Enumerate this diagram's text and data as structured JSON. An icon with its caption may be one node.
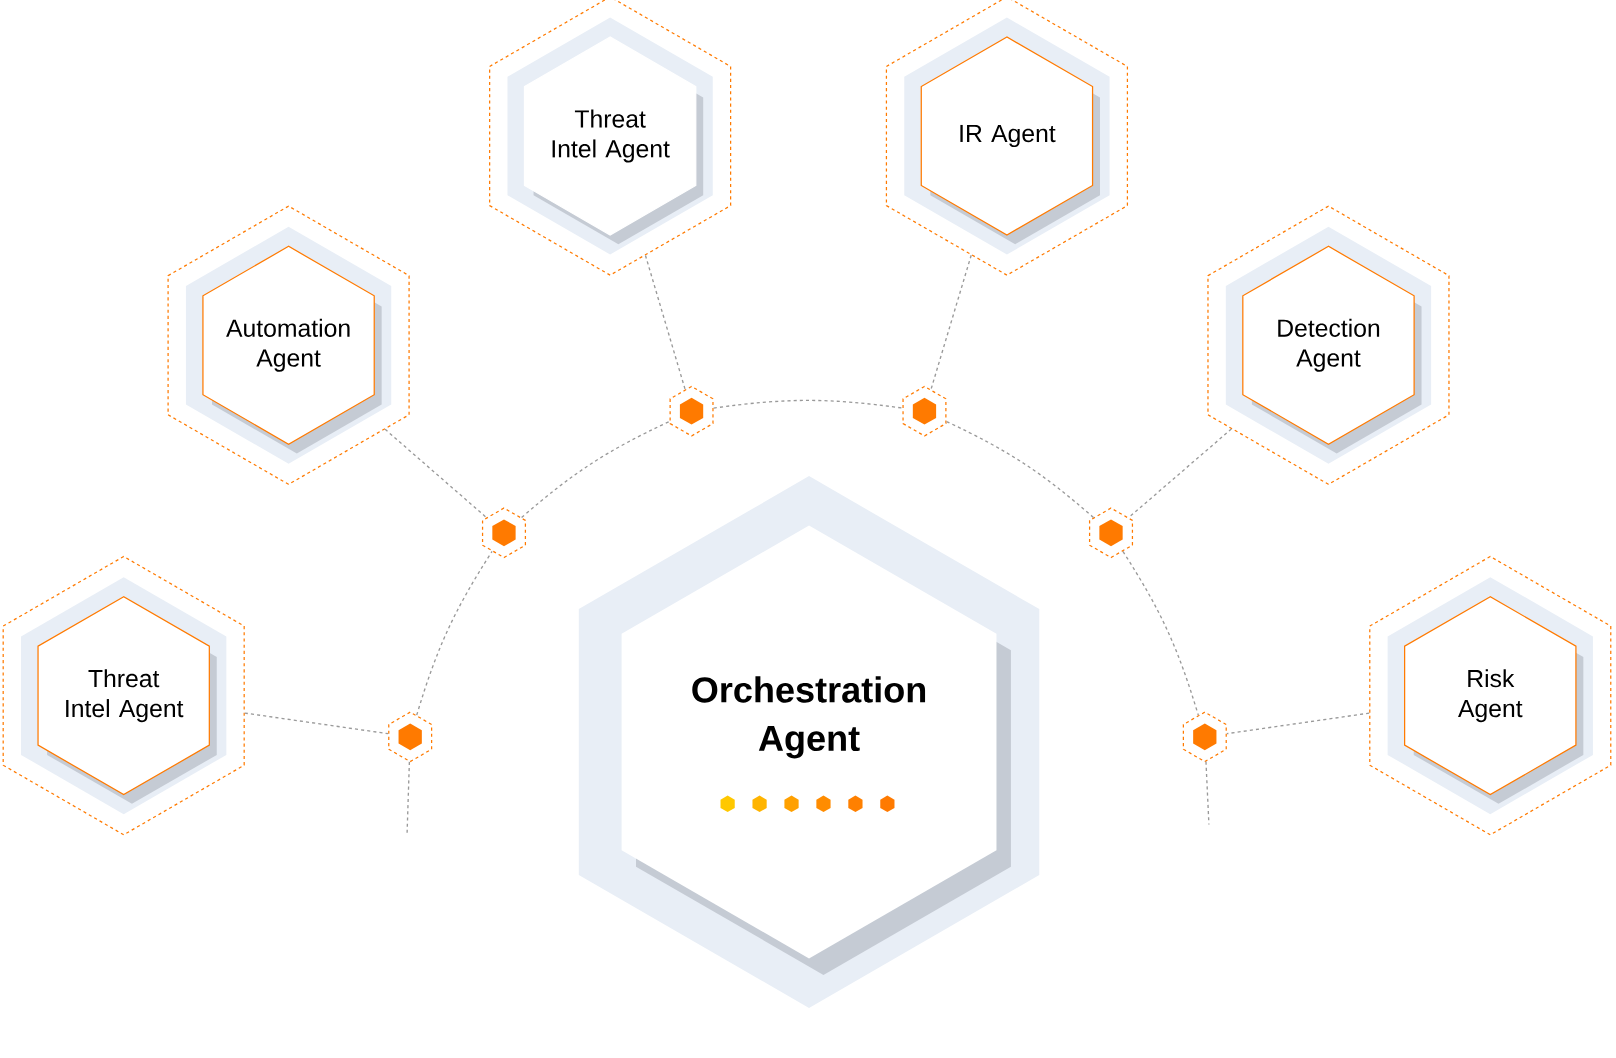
{
  "diagram": {
    "nodes": [
      {
        "text": [
          "Threat Intel Agent"
        ]
      },
      {
        "text": [
          "IR Agent"
        ]
      },
      {
        "text": [
          "Automation Agent"
        ]
      },
      {
        "text": [
          "Detection Agent"
        ]
      },
      {
        "text": [
          "Threat Intel Agent"
        ]
      },
      {
        "text": [
          "Risk Agent"
        ]
      },
      {
        "text": [
          "Orchestration Agent"
        ]
      },
      {
        "text": [],
        "shape": "hexagon"
      },
      {
        "text": [],
        "shape": "hexagon"
      },
      {
        "text": [],
        "shape": "hexagon"
      },
      {
        "text": [],
        "shape": "hexagon"
      },
      {
        "text": [],
        "shape": "hexagon"
      },
      {
        "text": [],
        "shape": "hexagon"
      }
    ],
    "edges": [
      {
        "from": 4,
        "to": 7,
        "arrow": "none",
        "style": "dashed"
      },
      {
        "from": 2,
        "to": 8,
        "arrow": "none",
        "style": "dashed"
      },
      {
        "from": 0,
        "to": 9,
        "arrow": "none",
        "style": "dashed"
      },
      {
        "from": 1,
        "to": 10,
        "arrow": "none",
        "style": "dashed"
      },
      {
        "from": 3,
        "to": 11,
        "arrow": "none",
        "style": "dashed"
      },
      {
        "from": 5,
        "to": 12,
        "arrow": "none",
        "style": "dashed"
      },
      {
        "from": 7,
        "to": 8,
        "arrow": "none",
        "style": "dashed"
      },
      {
        "from": 8,
        "to": 9,
        "arrow": "none",
        "style": "dashed"
      },
      {
        "from": 9,
        "to": 10,
        "arrow": "none",
        "style": "dashed"
      },
      {
        "from": 10,
        "to": 11,
        "arrow": "none",
        "style": "dashed"
      },
      {
        "from": 11,
        "to": 12,
        "arrow": "none",
        "style": "dashed"
      },
      {
        "from": 7,
        "to": null,
        "arrow": "none",
        "style": "dashed"
      },
      {
        "from": 12,
        "to": null,
        "arrow": "none",
        "style": "dashed"
      }
    ]
  }
}
